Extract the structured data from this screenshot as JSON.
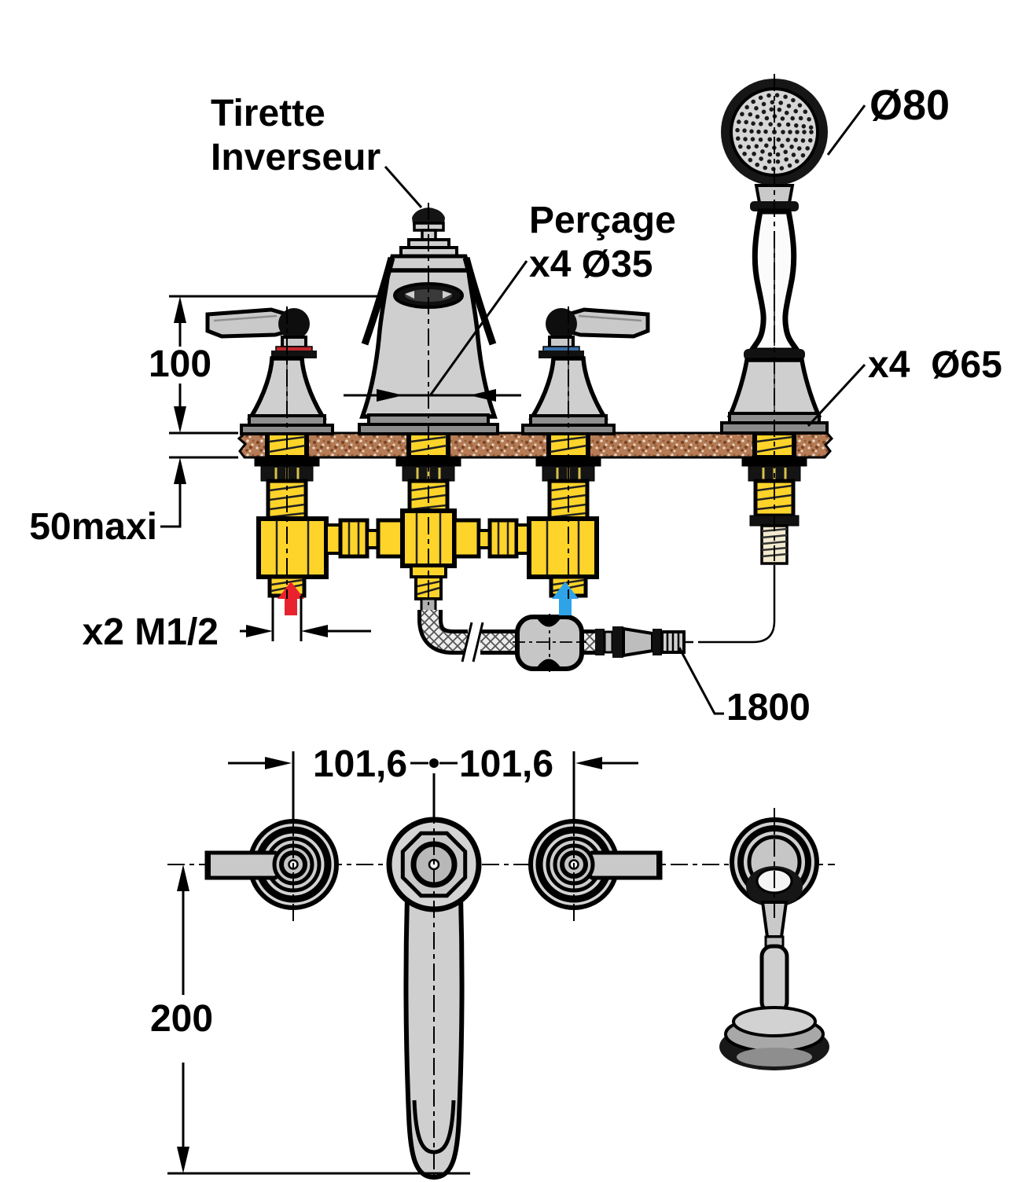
{
  "drawing": {
    "type": "bath-mixer installation technical diagram",
    "language": "fr",
    "colors": {
      "brass": "#FFD42A",
      "deck": "#B57B55",
      "hot_arrow": "#E8232E",
      "cold_arrow": "#2FA3E8",
      "hot_ring": "#C0272D",
      "cold_ring": "#3A6EA8",
      "chrome": "#CFCFCF",
      "outline": "#000000"
    },
    "elevation": {
      "diverter_line1": "Tirette",
      "diverter_line2": "Inverseur",
      "drilling_line1": "Perçage",
      "drilling_line2": "x4 Ø35",
      "handshower_head_diameter": "Ø80",
      "trim_diameter": "x4  Ø65",
      "spout_height": "100",
      "deck_thickness_max": "50maxi",
      "inlet_threads": "x2 M1/2",
      "hose_length": "1800"
    },
    "plan": {
      "center_spacing_left": "101,6",
      "center_spacing_right": "101,6",
      "spout_reach": "200"
    }
  }
}
